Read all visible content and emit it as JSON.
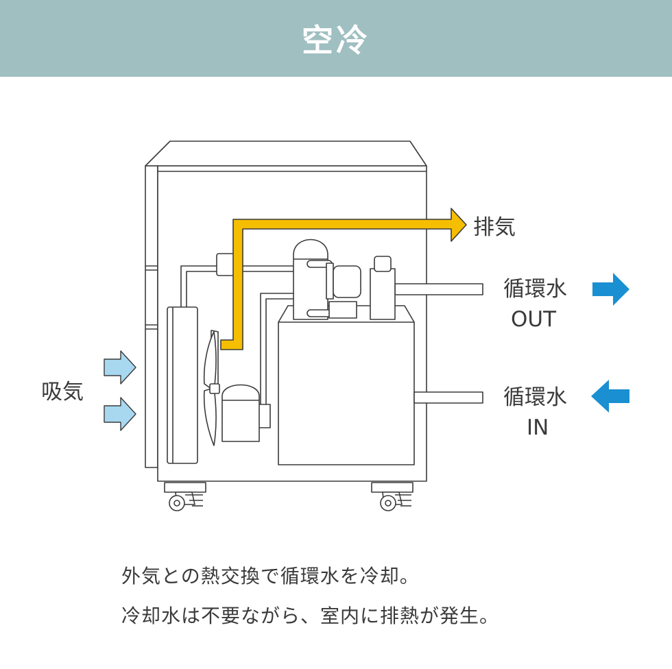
{
  "header": {
    "title": "空冷"
  },
  "labels": {
    "exhaust": "排気",
    "intake": "吸気",
    "water_out_line1": "循環水",
    "water_out_line2": "OUT",
    "water_in_line1": "循環水",
    "water_in_line2": "IN"
  },
  "description": {
    "line1": "外気との熱交換で循環水を冷却。",
    "line2": "冷却水は不要ながら、室内に排熱が発生。"
  },
  "colors": {
    "header_bg": "#9fbfc1",
    "exhaust_arrow": "#f5be00",
    "intake_arrow": "#a8d8f0",
    "water_arrow": "#1a8fd1",
    "line": "#3a3a3a"
  }
}
